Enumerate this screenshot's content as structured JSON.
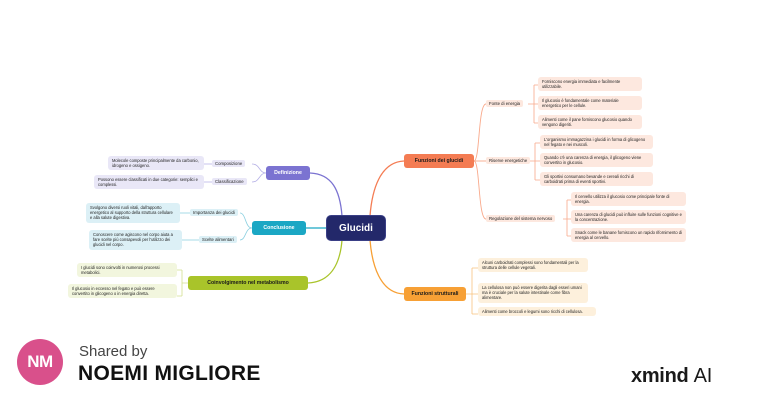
{
  "mindmap": {
    "root": "Glucidi",
    "colors": {
      "root": "#23286a",
      "funzioni_glucidi": "#f47c53",
      "funzioni_strutturali": "#f7a035",
      "definizione": "#7b73d1",
      "conclusione": "#1ba7c4",
      "coinvolgimento": "#a9c42a"
    },
    "right": [
      {
        "label": "Funzioni dei glucidi",
        "children": [
          {
            "label": "Fonte di energia",
            "leaves": [
              "Forniscono energia immediata e facilmente utilizzabile.",
              "Il glucosio è fondamentale come materiale energetico per le cellule.",
              "Alimenti come il pane forniscono glucosio quando vengono digeriti."
            ]
          },
          {
            "label": "Riserve energetiche",
            "leaves": [
              "L'organismo immagazzina i glucidi in forma di glicogeno nel fegato e nei muscoli.",
              "Quando c'è una carenza di energia, il glicogeno viene convertito in glucosio.",
              "Gli sportivi consumano bevande e cereali ricchi di carboidrati prima di eventi sportivi."
            ]
          },
          {
            "label": "Regolazione del sistema nervoso",
            "leaves": [
              "Il cervello utilizza il glucosio come principale fonte di energia.",
              "Una carenza di glucidi può influire sulle funzioni cognitive e la concentrazione.",
              "Snack come le banane forniscono un rapido rifornimento di energia al cervello."
            ]
          }
        ]
      },
      {
        "label": "Funzioni strutturali",
        "leaves": [
          "Alcuni carboidrati complessi sono fondamentali per la struttura delle cellule vegetali.",
          "La cellulosa non può essere digerita dagli esseri umani ma è cruciale per la salute intestinale come fibra alimentare.",
          "Alimenti come broccoli e legumi sono ricchi di cellulosa."
        ]
      }
    ],
    "left": [
      {
        "label": "Definizione",
        "children": [
          {
            "label": "Composizione",
            "leaves": [
              "Molecole composte principalmente da carbonio, idrogeno e ossigeno."
            ]
          },
          {
            "label": "Classificazione",
            "leaves": [
              "Possono essere classificati in due categorie: semplici e complessi."
            ]
          }
        ]
      },
      {
        "label": "Conclusione",
        "children": [
          {
            "label": "Importanza dei glucidi",
            "leaves": [
              "Svolgono diversi ruoli vitali, dall'apporto energetico al supporto della struttura cellulare e alla salute digestiva."
            ]
          },
          {
            "label": "Scelte alimentari",
            "leaves": [
              "Conoscere come agiscono nel corpo aiuta a fare scelte più consapevoli per l'utilizzo dei glucidi nel corpo."
            ]
          }
        ]
      },
      {
        "label": "Coinvolgimento nel metabolismo",
        "leaves": [
          "I glucidi sono coinvolti in numerosi processi metabolici.",
          "Il glucosio in eccesso nel fegato e può essere convertito in glicogeno o in energia diretta."
        ]
      }
    ]
  },
  "footer": {
    "avatar_initials": "NM",
    "avatar_color": "#d9508b",
    "shared_by_label": "Shared by",
    "shared_by_name": "NOEMI MIGLIORE",
    "brand_name": "xmind",
    "brand_suffix": "AI"
  }
}
